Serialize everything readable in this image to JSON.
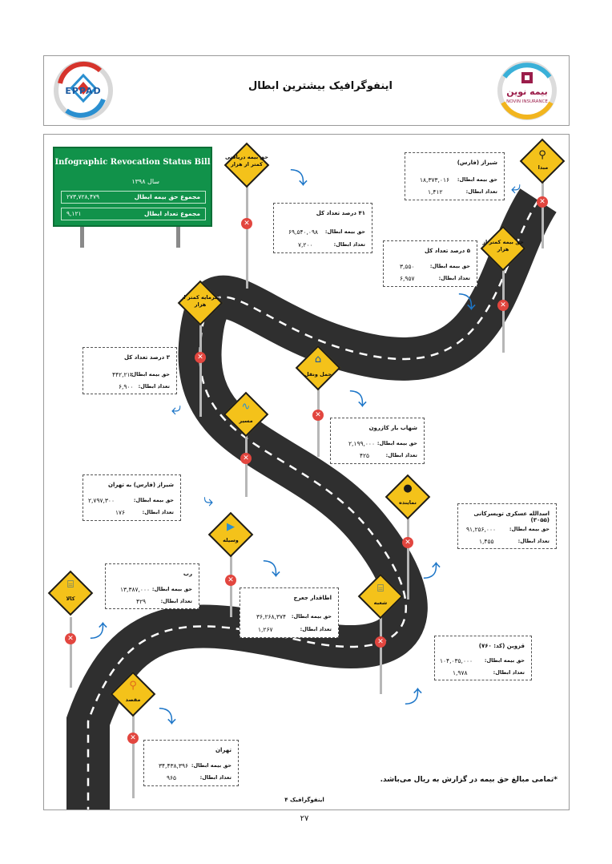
{
  "header": {
    "title": "اینفوگرافیک بیشترین ابطال",
    "logo_left": "EPPAD",
    "logo_right": "بیمه نوین",
    "logo_right_sub": "NOVIN INSURANCE"
  },
  "board": {
    "title": "Infographic Revocation Status Bill",
    "year": "سال ۱۳۹۸",
    "rows": [
      {
        "label": "مجموع حق بیمه ابطال",
        "value": "۲۷۳,۷۲۸,۴۷۹"
      },
      {
        "label": "مجموع تعداد ابطال",
        "value": "۹,۱۲۱"
      }
    ]
  },
  "labels": {
    "premium": "حق بیمه ابطال:",
    "count": "تعداد ابطال:"
  },
  "boxes": [
    {
      "title": "شیراز (فارس)",
      "premium": "۱۸,۳۷۳,۰۱۶",
      "count": "۱,۴۱۲"
    },
    {
      "title": "۴۱ درصد تعداد کل",
      "premium": "۶۹,۵۴۰,۰۹۸",
      "count": "۷,۲۰۰"
    },
    {
      "title": "۵ درصد تعداد کل",
      "premium": "۳,۵۵۰",
      "count": "۶,۹۵۷"
    },
    {
      "title": "۳ درصد تعداد کل",
      "premium": "۴۴۲,۲۱۲",
      "count": "۶,۹۰۰"
    },
    {
      "title": "شهاب بار کازرون",
      "premium": "۲,۱۹۹,۰۰۰",
      "count": "۴۲۵"
    },
    {
      "title": "شیراز (فارس) به تهران",
      "premium": "۲,۷۹۷,۳۰۰",
      "count": "۱۷۶"
    },
    {
      "title": "اسدالله عسکری تویسرکانی (۳۰۵۵)",
      "premium": "۹۱,۲۵۶,۰۰۰",
      "count": "۱,۴۵۵"
    },
    {
      "title": "رب",
      "premium": "۱۳,۳۸۷,۰۰۰",
      "count": "۴۲۹"
    },
    {
      "title": "اطاقدار جعرج",
      "premium": "۳۶,۲۶۸,۳۷۴",
      "count": "۱,۲۶۷"
    },
    {
      "title": "قزوین (کد: ۷۶۰)",
      "premium": "۱۰۴,۰۳۵,۰۰۰",
      "count": "۱,۹۷۸"
    },
    {
      "title": "تهران",
      "premium": "۳۴,۴۳۸,۳۹۶",
      "count": "۹۶۵"
    }
  ],
  "signs": [
    {
      "label": "مبدا",
      "icon": "location-pin-icon"
    },
    {
      "label": "حق بیمه دریافتی کمتر از هزار",
      "icon": "none"
    },
    {
      "label": "حق بیمه کمتر از هزار",
      "icon": "none"
    },
    {
      "label": "سرمایه کمتر از هزار",
      "icon": "none"
    },
    {
      "label": "حمل ونقل",
      "icon": "truck-house-icon"
    },
    {
      "label": "مسیر",
      "icon": "route-icon"
    },
    {
      "label": "نماینده",
      "icon": "person-icon"
    },
    {
      "label": "وسیله",
      "icon": "delivery-truck-icon"
    },
    {
      "label": "شعبه",
      "icon": "bank-icon"
    },
    {
      "label": "کالا",
      "icon": "bank-icon"
    },
    {
      "label": "مقصد",
      "icon": "location-pin-icon"
    }
  ],
  "footer": {
    "note": "*تمامی مبالغ حق بیمه در گزارش به ریال می‌باشد.",
    "label": "اینفوگرافیک ۴",
    "page_number": "۲۷"
  },
  "colors": {
    "sign": "#f4c21a",
    "board": "#11924a",
    "stop": "#e2463f",
    "arrow": "#1d76c8",
    "road": "#2f2f2f"
  }
}
